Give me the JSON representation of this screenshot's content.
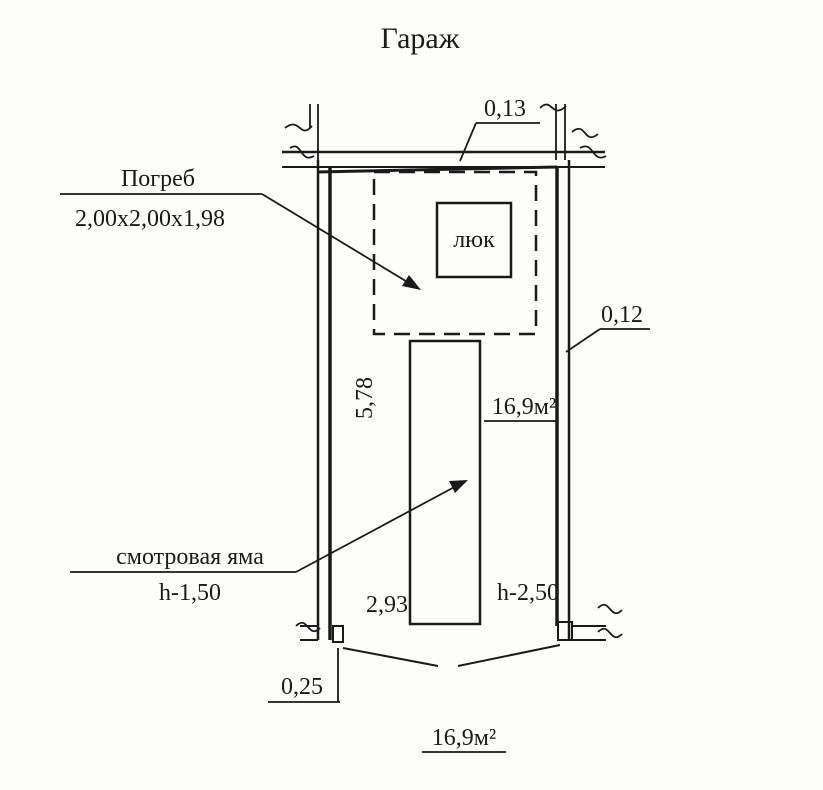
{
  "title": "Гараж",
  "labels": {
    "top_wall_thickness": "0,13",
    "cellar_title": "Погреб",
    "cellar_dims": "2,00x2,00x1,98",
    "hatch": "люк",
    "side_wall_thickness": "0,12",
    "length": "5,78",
    "area_inner": "16,9м²",
    "pit_title": "смотровая яма",
    "pit_depth": "h-1,50",
    "width": "2,93",
    "cellar_depth": "h-2,50",
    "door_thickness": "0,25",
    "area_total": "16,9м²"
  }
}
